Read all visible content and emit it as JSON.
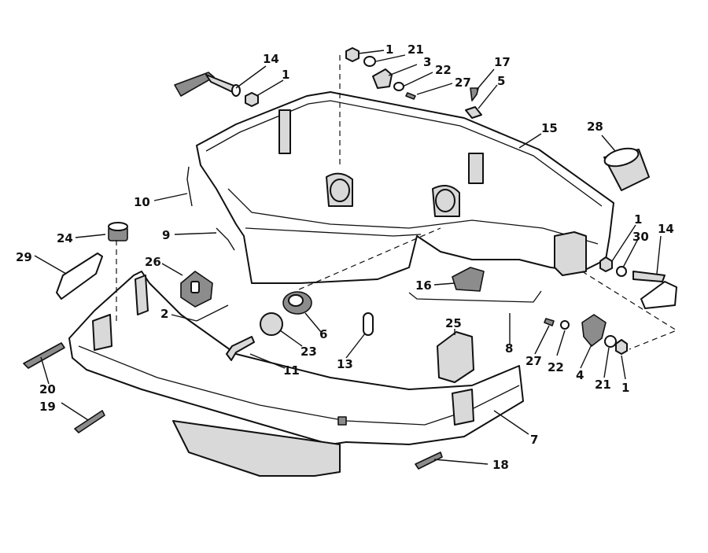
{
  "callouts": [
    {
      "id": "c14a",
      "text": "14"
    },
    {
      "id": "c1a",
      "text": "1"
    },
    {
      "id": "c1b",
      "text": "1"
    },
    {
      "id": "c21a",
      "text": "21"
    },
    {
      "id": "c3",
      "text": "3"
    },
    {
      "id": "c22a",
      "text": "22"
    },
    {
      "id": "c27a",
      "text": "27"
    },
    {
      "id": "c17",
      "text": "17"
    },
    {
      "id": "c5",
      "text": "5"
    },
    {
      "id": "c15",
      "text": "15"
    },
    {
      "id": "c28",
      "text": "28"
    },
    {
      "id": "c10",
      "text": "10"
    },
    {
      "id": "c9",
      "text": "9"
    },
    {
      "id": "c24",
      "text": "24"
    },
    {
      "id": "c29",
      "text": "29"
    },
    {
      "id": "c26",
      "text": "26"
    },
    {
      "id": "c1c",
      "text": "1"
    },
    {
      "id": "c30",
      "text": "30"
    },
    {
      "id": "c14b",
      "text": "14"
    },
    {
      "id": "c16",
      "text": "16"
    },
    {
      "id": "c2",
      "text": "2"
    },
    {
      "id": "c6",
      "text": "6"
    },
    {
      "id": "c23",
      "text": "23"
    },
    {
      "id": "c11",
      "text": "11"
    },
    {
      "id": "c13",
      "text": "13"
    },
    {
      "id": "c25",
      "text": "25"
    },
    {
      "id": "c8",
      "text": "8"
    },
    {
      "id": "c27b",
      "text": "27"
    },
    {
      "id": "c22b",
      "text": "22"
    },
    {
      "id": "c4",
      "text": "4"
    },
    {
      "id": "c21b",
      "text": "21"
    },
    {
      "id": "c1d",
      "text": "1"
    },
    {
      "id": "c20",
      "text": "20"
    },
    {
      "id": "c19",
      "text": "19"
    },
    {
      "id": "c7",
      "text": "7"
    },
    {
      "id": "c18",
      "text": "18"
    }
  ]
}
